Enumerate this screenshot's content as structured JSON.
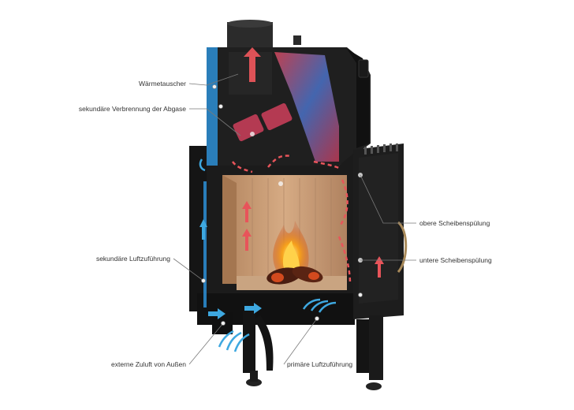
{
  "labels": {
    "waermetauscher": "Wärmetauscher",
    "sekundaere_verbrennung": "sekundäre Verbrennung der Abgase",
    "sekundaere_luftzufuehrung": "sekundäre Luftzuführung",
    "externe_zuluft": "externe Zuluft von Außen",
    "obere_scheibenspuelung": "obere Scheibenspülung",
    "untere_scheibenspuelung": "untere Scheibenspülung",
    "primaere_luftzufuehrung": "primäre Luftzuführung"
  },
  "colors": {
    "body": "#1a1a1a",
    "hot_air": "#e8545a",
    "cold_air": "#3ea8e0",
    "firebrick": "#c9a07a",
    "flame": "#f39a1e"
  }
}
